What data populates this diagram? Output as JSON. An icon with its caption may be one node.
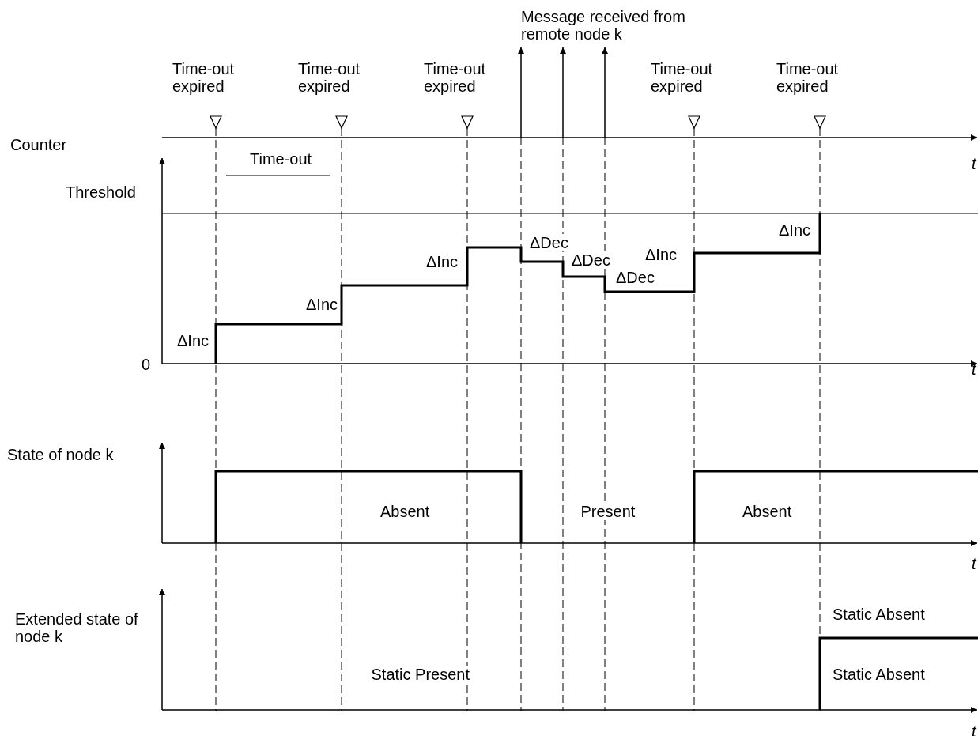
{
  "diagram": {
    "labels": [
      "Message received from remote node k",
      "Time-out expired",
      "Time-out expired",
      "Time-out expired",
      "Time-out expired",
      "Time-out expired",
      "Counter",
      "t",
      "Time-out",
      "Threshold",
      "ΔInc",
      "ΔDec",
      "ΔInc",
      "ΔDec",
      "ΔInc",
      "ΔDec",
      "ΔInc",
      "ΔInc",
      "0",
      "t",
      "State of node k",
      "Absent",
      "Present",
      "Absent",
      "t",
      "Extended state of node k",
      "Static Absent",
      "Static Present",
      "Static Absent",
      "t"
    ]
  }
}
